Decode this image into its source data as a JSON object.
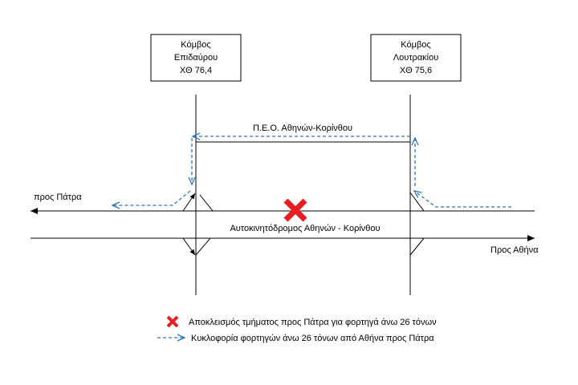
{
  "nodes": {
    "left": {
      "name": "Κόμβος",
      "place": "Επιδαύρου",
      "km": "ΧΘ 76,4"
    },
    "right": {
      "name": "Κόμβος",
      "place": "Λουτρακίου",
      "km": "ΧΘ 75,6"
    }
  },
  "roads": {
    "service_road": "Π.Ε.Ο. Αθηνών-Κορίνθου",
    "motorway": "Αυτοκινητόδρομος Αθηνών - Κορίνθου"
  },
  "directions": {
    "to_patra": "προς Πάτρα",
    "to_athens": "Προς Αθήνα"
  },
  "legend": {
    "closure": "Αποκλεισμός τμήματος προς Πάτρα για φορτηγά άνω 26 τόνων",
    "detour": "Κυκλοφορία φορτηγών άνω 26 τόνων από Αθήνα προς Πάτρα"
  },
  "colors": {
    "detour": "#2E75B6",
    "closure": "#E81E25",
    "line": "#000000"
  }
}
